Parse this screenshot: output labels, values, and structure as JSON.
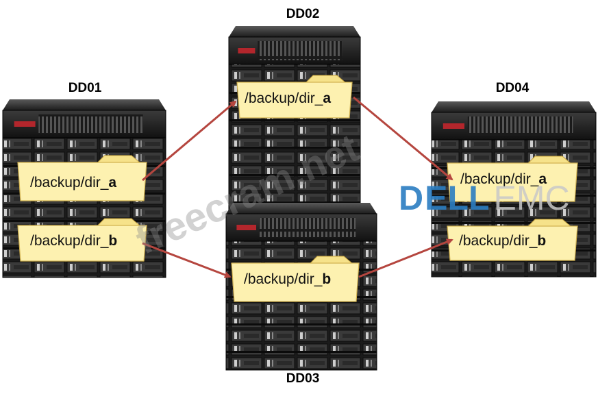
{
  "nodes": [
    {
      "id": "dd01",
      "label": "DD01",
      "folders": [
        {
          "prefix": "/backup/dir_",
          "suffix": "a"
        },
        {
          "prefix": "/backup/dir_",
          "suffix": "b"
        }
      ]
    },
    {
      "id": "dd02",
      "label": "DD02",
      "folders": [
        {
          "prefix": "/backup/dir_",
          "suffix": "a"
        }
      ]
    },
    {
      "id": "dd03",
      "label": "DD03",
      "folders": [
        {
          "prefix": "/backup/dir_",
          "suffix": "b"
        }
      ]
    },
    {
      "id": "dd04",
      "label": "DD04",
      "folders": [
        {
          "prefix": "/backup/dir_",
          "suffix": "a"
        },
        {
          "prefix": "/backup/dir_",
          "suffix": "b"
        }
      ]
    }
  ],
  "edges": [
    {
      "from": "dd01.dir_a",
      "to": "dd02.dir_a"
    },
    {
      "from": "dd02.dir_a",
      "to": "dd04.dir_a"
    },
    {
      "from": "dd01.dir_b",
      "to": "dd03.dir_b"
    },
    {
      "from": "dd03.dir_b",
      "to": "dd04.dir_b"
    }
  ],
  "watermark": "freecram.net",
  "logo": {
    "left": "D",
    "mid": "ELL",
    "right": "EMC"
  },
  "colors": {
    "arrow": "#b5463f",
    "folder": "#fdf1b0",
    "rack": "#2a2a2a",
    "dell_blue": "#2b7dc1"
  }
}
